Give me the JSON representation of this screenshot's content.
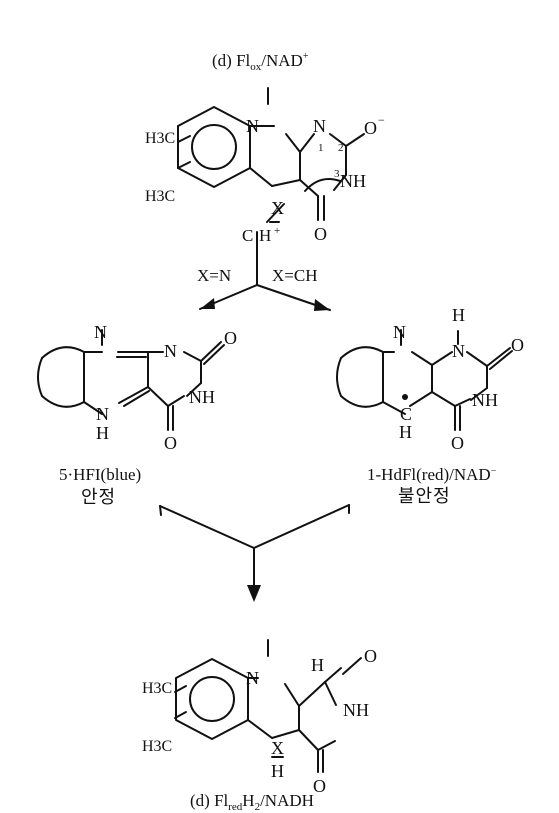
{
  "figure": {
    "title": {
      "prefix": "(d) Fl",
      "subscript": "ox",
      "suffix": "/NAD",
      "superscript": "+"
    },
    "bottom_title": {
      "prefix": "(d) Fl",
      "subscript": "red",
      "middle": "H",
      "subscript2": "2",
      "suffix": "/NADH"
    }
  },
  "top_structure": {
    "methyl_upper": "H3C",
    "methyl_lower": "H3C",
    "n_methyl_line": "",
    "ring_n10": "N",
    "ring_n1": "N",
    "locant_1": "1",
    "locant_2": "2",
    "locant_3": "3",
    "oxygen_anion": "O",
    "charge_minus": "−",
    "nh": "NH",
    "x_atom": "X",
    "carbonyl_o": "O",
    "hydride_c": "C",
    "hydride_h": "H",
    "hydride_plus": "+"
  },
  "branch_labels": {
    "left": "X=N",
    "right": "X=CH"
  },
  "left_product": {
    "top_n": "N",
    "ring_n": "N",
    "ring_o1": "O",
    "nh": "NH",
    "bottom_n": "N",
    "bottom_h": "H",
    "carbonyl_o": "O",
    "caption": "5·HFI(blue)",
    "stability": "안정"
  },
  "right_product": {
    "top_n": "N",
    "top_h": "H",
    "ring_n": "N",
    "ring_o1": "O",
    "nh": "NH",
    "radical_c": "C",
    "radical_h": "H",
    "carbonyl_o": "O",
    "caption_prefix": "1-HdFl(red)/NAD",
    "caption_charge": "−",
    "stability": "불안정"
  },
  "bottom_structure": {
    "methyl_upper": "H3C",
    "methyl_lower": "H3C",
    "top_n": "N",
    "top_h": "H",
    "ring_o": "O",
    "nh": "NH",
    "x_atom": "X",
    "bottom_h": "H",
    "carbonyl_o": "O"
  },
  "icons": {
    "left_partial_ring": "curved-ring-fragment-icon",
    "right_partial_ring": "curved-ring-fragment-icon",
    "radical_dot": "radical-dot-icon"
  },
  "colors": {
    "ink": "#111111",
    "background": "#ffffff"
  }
}
